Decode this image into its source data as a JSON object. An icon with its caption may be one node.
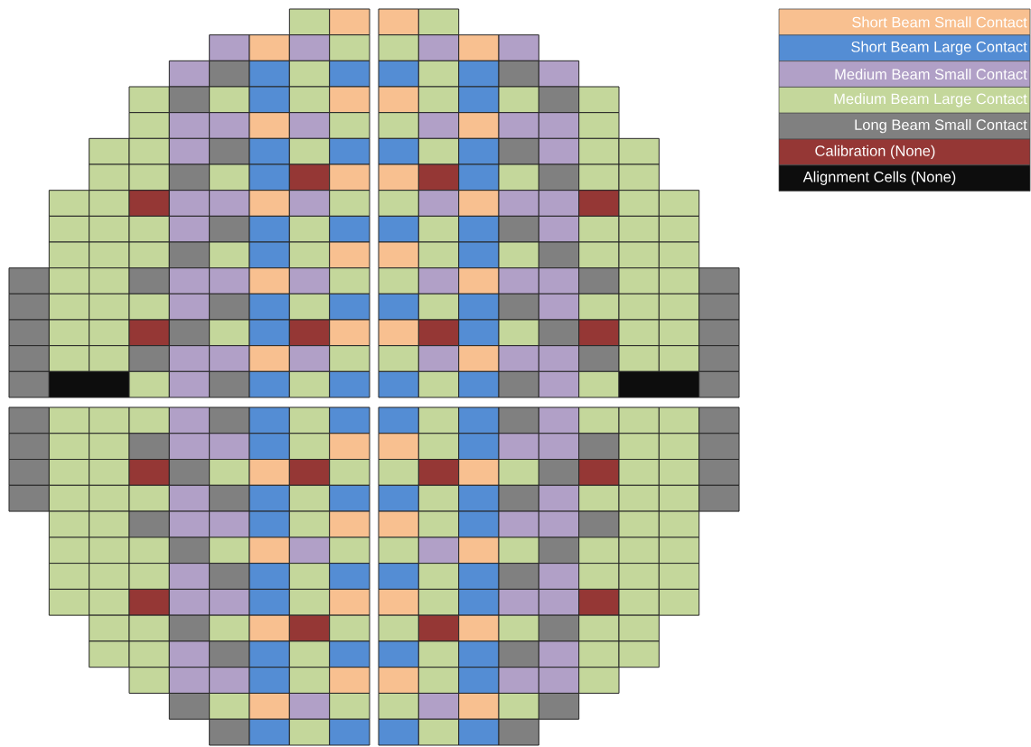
{
  "diagram": {
    "legend": [
      {
        "text": "Short Beam Small Contact",
        "color": "#f8c090"
      },
      {
        "text": "Short Beam Large Contact",
        "color": "#548dd4"
      },
      {
        "text": "Medium Beam Small Contact",
        "color": "#b1a0c7"
      },
      {
        "text": "Medium Beam Large Contact",
        "color": "#c4d79b"
      },
      {
        "text": "Long Beam Small Contact",
        "color": "#808080"
      },
      {
        "text": "Calibration (None)",
        "color": "#953735"
      },
      {
        "text": "Alignment Cells (None)",
        "color": "#0d0d0d"
      }
    ]
  }
}
